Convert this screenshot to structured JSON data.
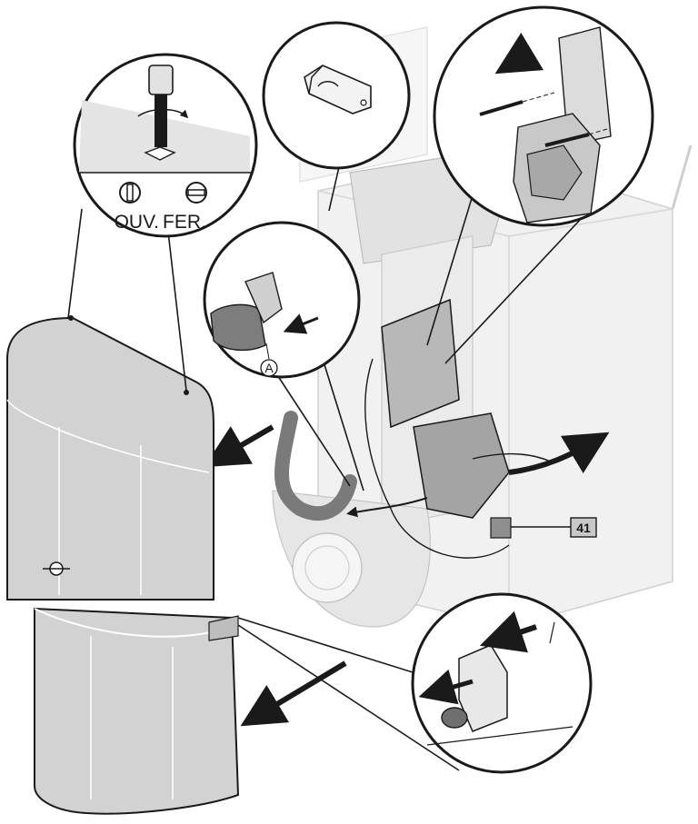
{
  "labels": {
    "open_label": "OUV.",
    "close_label": "FER.",
    "callout_letter": "A",
    "part_number": "41"
  },
  "colors": {
    "line": "#1a1a1a",
    "cover_fill": "#d2d2d2",
    "boiler_fill": "#f1f1f1",
    "part_fill": "#9a9a9a",
    "tag_fill": "#c8c8c8"
  }
}
